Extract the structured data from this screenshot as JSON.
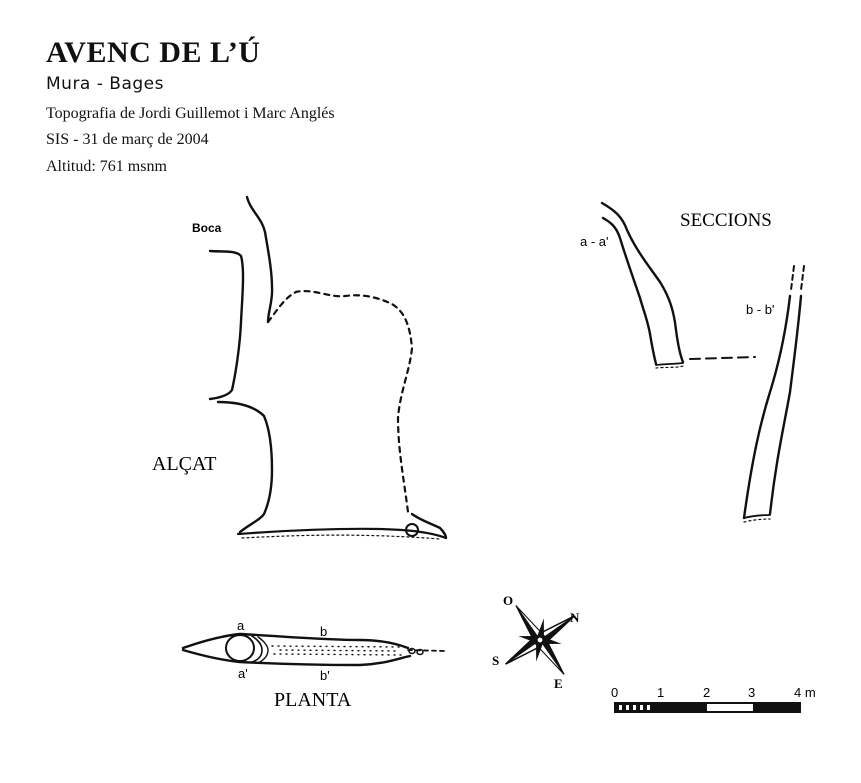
{
  "header": {
    "title": "AVENC DE L’Ú",
    "subtitle": "Mura - Bages",
    "topography": "Topografia de Jordi Guillemot i Marc Anglés",
    "date": "SIS - 31 de març de 2004",
    "altitude": "Altitud: 761 msnm"
  },
  "labels": {
    "boca": "Boca",
    "alcat": "ALÇAT",
    "seccions": "SECCIONS",
    "section_a": "a - a'",
    "section_b": "b - b'",
    "planta": "PLANTA",
    "plan_a": "a",
    "plan_a_prime": "a'",
    "plan_b": "b",
    "plan_b_prime": "b'"
  },
  "compass": {
    "o": "O",
    "n": "N",
    "s": "S",
    "e": "E"
  },
  "scale_bar": {
    "ticks": [
      "0",
      "1",
      "2",
      "3",
      "4 m"
    ]
  },
  "colors": {
    "ink": "#111111",
    "background": "#ffffff"
  }
}
